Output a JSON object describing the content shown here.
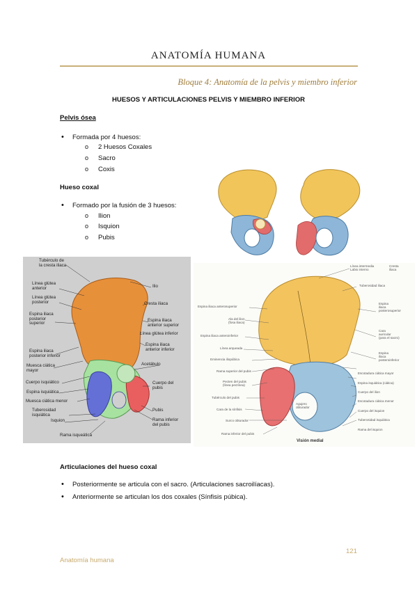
{
  "header": {
    "title": "ANATOMÍA HUMANA",
    "subtitle": "Bloque 4: Anatomía de la pelvis y miembro inferior"
  },
  "section_title": "HUESOS Y ARTICULACIONES PELVIS Y MIEMBRO INFERIOR",
  "pelvis": {
    "heading": "Pelvis ósea",
    "bullet": "Formada por 4 huesos:",
    "items": [
      "2 Huesos Coxales",
      "Sacro",
      "Coxis"
    ]
  },
  "coxal": {
    "heading": "Hueso coxal",
    "bullet": "Formado por la fusión de 3 huesos:",
    "items": [
      "Ilion",
      "Isquion",
      "Pubis"
    ]
  },
  "figure_left": {
    "labels": [
      "Tubérculo de\nla cresta iliaca",
      "Línea glútea\nanterior",
      "Línea glútea\nposterior",
      "Espina iliaca\nposterior\nsuperior",
      "Espina iliaca\nposterior inferior",
      "Muesca ciática\nmayor",
      "Cuerpo isquiático",
      "Espina isquiática",
      "Muesca ciática menor",
      "Tuberosidad\nisquiática",
      "Isquion",
      "Rama isqueática",
      "Ilio",
      "Cresta iliaca",
      "Espina iliaca\nanterior superior",
      "Línea glútea inferior",
      "Espina iliaca\nanterior inferior",
      "Acetábulo",
      "Cuerpo del\npubis",
      "Pubis",
      "Rama inferior\ndel pubis"
    ]
  },
  "figure_right": {
    "caption": "Visión medial",
    "labels_left": [
      "Espina iliaca anterosuperior",
      "Ala del ilion\n(fosa iliaca)",
      "Espina iliaca anteroinferior",
      "Línea arqueada",
      "Eminencia iliopúbica",
      "Rama superior del pubis",
      "Pecten del pubis\n(línea pectínea)",
      "Tubérculo del pubis",
      "Cara de la sínfisis",
      "Surco obturador",
      "Rama inferior del pubis"
    ],
    "labels_right": [
      "Línea intermedia\nLabio interno",
      "Tuberosidad iliaca",
      "Espina\niliaca\nposterosuperior",
      "Cara\nauricular\n(para el sacro)",
      "Espina\niliaca\nposteroinferior",
      "Escotadura ciática mayor",
      "Espina isquiática (ciática)",
      "Cuerpo del ilion",
      "Escotadura ciática menor",
      "Cuerpo del isquion",
      "Tuberosidad isquiática",
      "Rama del isquion"
    ],
    "label_crest": "Cresta\niliaca",
    "label_foramen": "Agujero\nobturador"
  },
  "articulaciones": {
    "heading": "Articulaciones del hueso coxal",
    "bullets": [
      "Posteriormente se articula con el sacro. (Articulaciones sacroilíacas).",
      "Anteriormente se articulan los dos coxales (Sínfisis púbica)."
    ]
  },
  "footer": {
    "left": "Anatomía humana",
    "page": "121"
  },
  "colors": {
    "accent": "#c8b07a",
    "ilion": "#f0c75e",
    "isquion": "#8fb7d6",
    "pubis": "#e06f6f"
  }
}
